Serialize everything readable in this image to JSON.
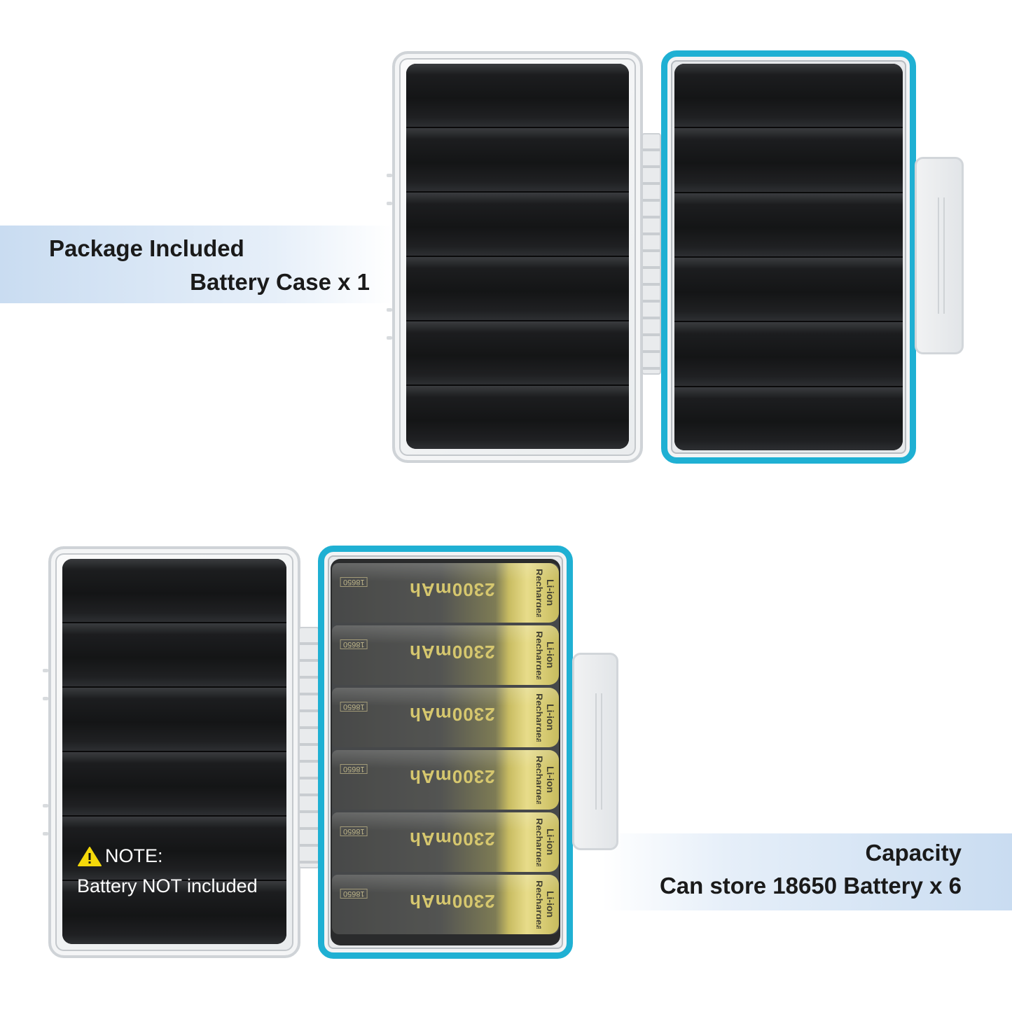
{
  "top_banner": {
    "title": "Package Included",
    "subtitle": "Battery Case x 1"
  },
  "bottom_banner": {
    "title": "Capacity",
    "subtitle": "Can store 18650 Battery x 6"
  },
  "note": {
    "icon": "warning-triangle-icon",
    "label": "NOTE:",
    "text": "Battery NOT included"
  },
  "batteries": [
    {
      "capacity": "2300mAh",
      "type": "18650",
      "side": "Li-ion Rechargeable Battery"
    },
    {
      "capacity": "2300mAh",
      "type": "18650",
      "side": "Li-ion Rechargeable Battery"
    },
    {
      "capacity": "2300mAh",
      "type": "18650",
      "side": "Li-ion Rechargeable Battery"
    },
    {
      "capacity": "2300mAh",
      "type": "18650",
      "side": "Li-ion Rechargeable Battery"
    },
    {
      "capacity": "2300mAh",
      "type": "18650",
      "side": "Li-ion Rechargeable Battery"
    },
    {
      "capacity": "2300mAh",
      "type": "18650",
      "side": "Li-ion Rechargeable Battery"
    }
  ],
  "colors": {
    "accent_blue": "#1fb0d3",
    "banner": "#c9dcf1",
    "foam": "#151617",
    "battery_yellow": "#efe07a"
  }
}
